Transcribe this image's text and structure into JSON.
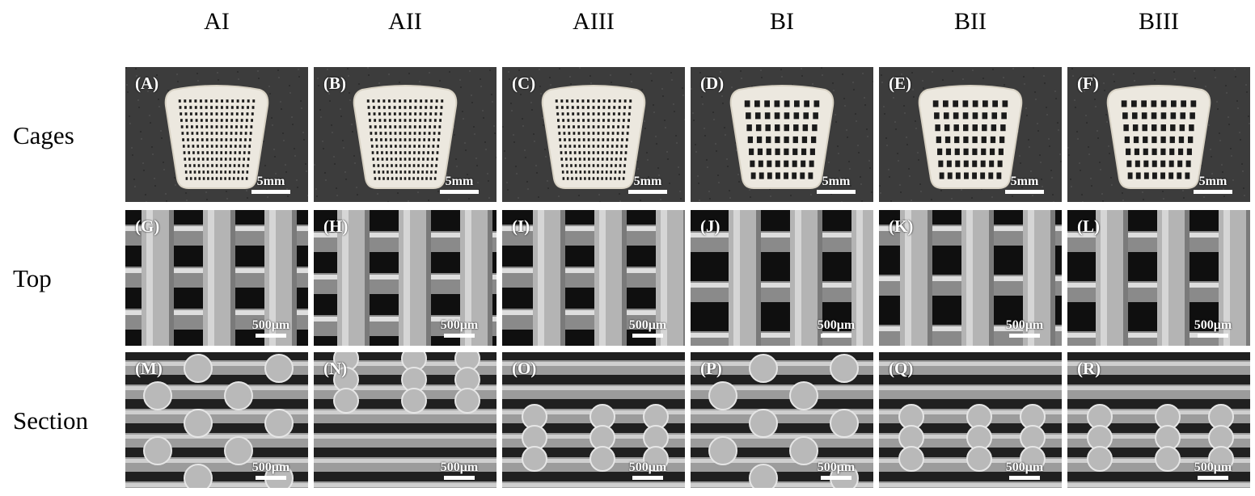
{
  "column_titles": [
    "AI",
    "AII",
    "AIII",
    "BI",
    "BII",
    "BIII"
  ],
  "row_labels": [
    "Cages",
    "Top",
    "Section"
  ],
  "rows": [
    {
      "kind": "cages",
      "scale_label": "5mm",
      "panels": [
        {
          "label": "(A)",
          "pore": "fine"
        },
        {
          "label": "(B)",
          "pore": "fine"
        },
        {
          "label": "(C)",
          "pore": "fine"
        },
        {
          "label": "(D)",
          "pore": "coarse"
        },
        {
          "label": "(E)",
          "pore": "coarse"
        },
        {
          "label": "(F)",
          "pore": "coarse"
        }
      ]
    },
    {
      "kind": "top",
      "scale_label": "500μm",
      "panels": [
        {
          "label": "(G)"
        },
        {
          "label": "(H)"
        },
        {
          "label": "(I)"
        },
        {
          "label": "(J)"
        },
        {
          "label": "(K)"
        },
        {
          "label": "(L)"
        }
      ]
    },
    {
      "kind": "section",
      "scale_label": "500μm",
      "panels": [
        {
          "label": "(M)"
        },
        {
          "label": "(N)"
        },
        {
          "label": "(O)"
        },
        {
          "label": "(P)"
        },
        {
          "label": "(Q)"
        },
        {
          "label": "(R)"
        }
      ]
    }
  ],
  "colors": {
    "background": "#3a3a3a",
    "cage": "#ece8df",
    "sem_dark": "#0f0f0f",
    "sem_fiber": "#b4b4b4",
    "label": "#ffffff"
  }
}
